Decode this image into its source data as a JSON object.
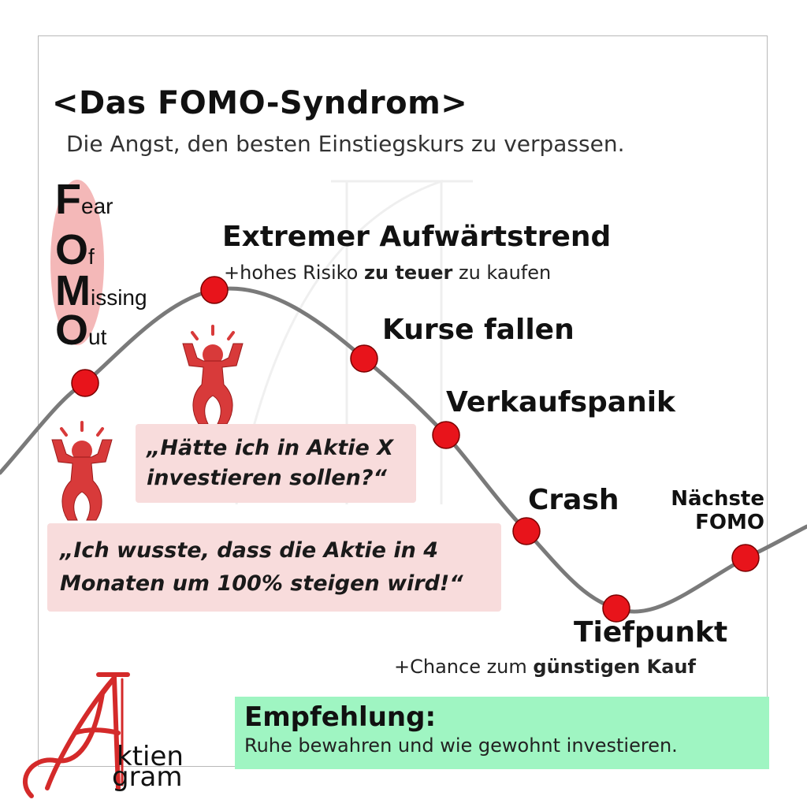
{
  "title": "<Das FOMO-Syndrom>",
  "subtitle": "Die Angst, den besten Einstiegskurs zu verpassen.",
  "acronym": [
    {
      "letter": "F",
      "rest": "ear"
    },
    {
      "letter": "O",
      "rest": "f"
    },
    {
      "letter": "M",
      "rest": "issing"
    },
    {
      "letter": "O",
      "rest": "ut"
    }
  ],
  "stages": {
    "uptrend": "Extremer Aufwärtstrend",
    "uptrend_note_pre": "+hohes Risiko ",
    "uptrend_note_bold": "zu teuer",
    "uptrend_note_post": " zu kaufen",
    "fall": "Kurse fallen",
    "panic": "Verkaufspanik",
    "crash": "Crash",
    "bottom": "Tiefpunkt",
    "bottom_note_pre": "+Chance zum ",
    "bottom_note_bold": "günstigen Kauf",
    "next_line1": "Nächste",
    "next_line2": "FOMO"
  },
  "quotes": {
    "q1": "„Hätte ich in Aktie X investieren sollen?“",
    "q2": "„Ich wusste, dass die Aktie in 4 Monaten um 100% steigen wird!“"
  },
  "recommendation": {
    "title": "Empfehlung:",
    "text": "Ruhe bewahren und wie gewohnt investieren."
  },
  "logo": {
    "line1": "ktien",
    "line2": "gram"
  },
  "colors": {
    "curve": "#7a7a7a",
    "dot": "#e8141b",
    "figure": "#d83a3a",
    "bubble": "#f8dcdc",
    "recommendation": "#9ff5c2"
  }
}
